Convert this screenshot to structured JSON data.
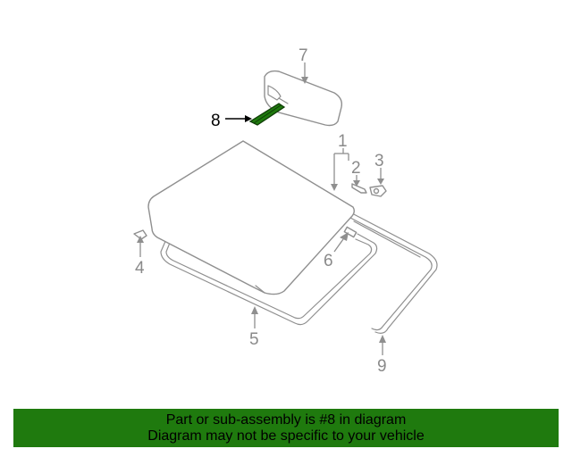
{
  "callouts": {
    "c1": "1",
    "c2": "2",
    "c3": "3",
    "c4": "4",
    "c5": "5",
    "c6": "6",
    "c7": "7",
    "c8": "8",
    "c9": "9"
  },
  "highlight_color": "#1f7a0e",
  "banner": {
    "line1": "Part or sub-assembly is #8 in diagram",
    "line2": "Diagram may not be specific to your vehicle"
  }
}
